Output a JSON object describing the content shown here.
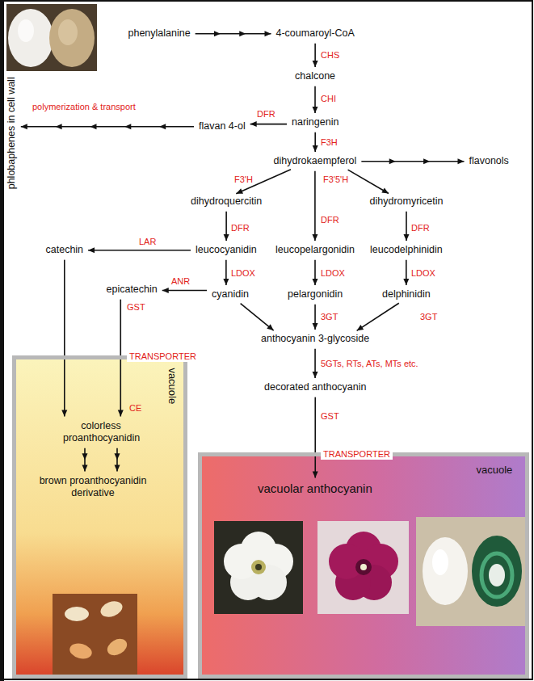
{
  "diagram": {
    "nodes": [
      {
        "text": [
          "phenylalanine"
        ]
      },
      {
        "text": [
          "4-coumaroyl-CoA"
        ]
      },
      {
        "text": [
          "chalcone"
        ]
      },
      {
        "text": [
          "naringenin"
        ]
      },
      {
        "text": [
          "flavan 4-ol"
        ]
      },
      {
        "text": [
          "phlobaphenes in cell wall"
        ]
      },
      {
        "text": [
          "dihydrokaempferol"
        ]
      },
      {
        "text": [
          "flavonols"
        ]
      },
      {
        "text": [
          "dihydroquercitin"
        ]
      },
      {
        "text": [
          "dihydromyricetin"
        ]
      },
      {
        "text": [
          "catechin"
        ]
      },
      {
        "text": [
          "leucocyanidin"
        ]
      },
      {
        "text": [
          "leucopelargonidin"
        ]
      },
      {
        "text": [
          "leucodelphinidin"
        ]
      },
      {
        "text": [
          "epicatechin"
        ]
      },
      {
        "text": [
          "cyanidin"
        ]
      },
      {
        "text": [
          "pelargonidin"
        ]
      },
      {
        "text": [
          "delphinidin"
        ]
      },
      {
        "text": [
          "anthocyanin 3-glycoside"
        ]
      },
      {
        "text": [
          "decorated anthocyanin"
        ]
      },
      {
        "text": [
          "vacuole"
        ]
      },
      {
        "text": [
          "colorless proanthocyanidin"
        ],
        "in": 20
      },
      {
        "text": [
          "brown proanthocyanidin derivative"
        ],
        "in": 20
      },
      {
        "text": [
          "vacuole"
        ]
      },
      {
        "text": [
          "vacuolar anthocyanin"
        ],
        "in": 23
      }
    ],
    "edges": [
      {
        "from": 0,
        "to": 1,
        "arrow": "to"
      },
      {
        "from": 1,
        "to": 2,
        "label": "CHS",
        "arrow": "to"
      },
      {
        "from": 2,
        "to": 3,
        "label": "CHI",
        "arrow": "to"
      },
      {
        "from": 3,
        "to": 4,
        "label": "DFR",
        "arrow": "to"
      },
      {
        "from": 4,
        "to": 5,
        "label": "polymerization & transport",
        "arrow": "to"
      },
      {
        "from": 3,
        "to": 6,
        "label": "F3H",
        "arrow": "to"
      },
      {
        "from": 6,
        "to": 7,
        "arrow": "to"
      },
      {
        "from": 6,
        "to": 8,
        "label": "F3'H",
        "arrow": "to"
      },
      {
        "from": 6,
        "to": 9,
        "label": "F3'5'H",
        "arrow": "to"
      },
      {
        "from": 6,
        "to": 12,
        "label": "DFR",
        "arrow": "to"
      },
      {
        "from": 8,
        "to": 11,
        "label": "DFR",
        "arrow": "to"
      },
      {
        "from": 9,
        "to": 13,
        "label": "DFR",
        "arrow": "to"
      },
      {
        "from": 11,
        "to": 10,
        "label": "LAR",
        "arrow": "to"
      },
      {
        "from": 11,
        "to": 15,
        "label": "LDOX",
        "arrow": "to"
      },
      {
        "from": 12,
        "to": 16,
        "label": "LDOX",
        "arrow": "to"
      },
      {
        "from": 13,
        "to": 17,
        "label": "LDOX",
        "arrow": "to"
      },
      {
        "from": 15,
        "to": 14,
        "label": "ANR",
        "arrow": "to"
      },
      {
        "from": 15,
        "to": 18,
        "arrow": "to"
      },
      {
        "from": 16,
        "to": 18,
        "label": "3GT",
        "arrow": "to"
      },
      {
        "from": 17,
        "to": 18,
        "label": "3GT",
        "arrow": "to"
      },
      {
        "from": 18,
        "to": 19,
        "label": "5GTs, RTs, ATs, MTs etc.",
        "arrow": "to"
      },
      {
        "from": 19,
        "to": 24,
        "label": "GST",
        "arrow": "to"
      },
      {
        "from": 10,
        "to": 21,
        "arrow": "to"
      },
      {
        "from": 14,
        "to": 21,
        "label": "GST",
        "arrow": "to"
      },
      {
        "from": 21,
        "to": 22,
        "arrow": "to"
      },
      {
        "from": 21,
        "to": 22,
        "arrow": "to"
      }
    ],
    "labels": [
      "TRANSPORTER",
      "CE",
      "TRANSPORTER"
    ]
  }
}
